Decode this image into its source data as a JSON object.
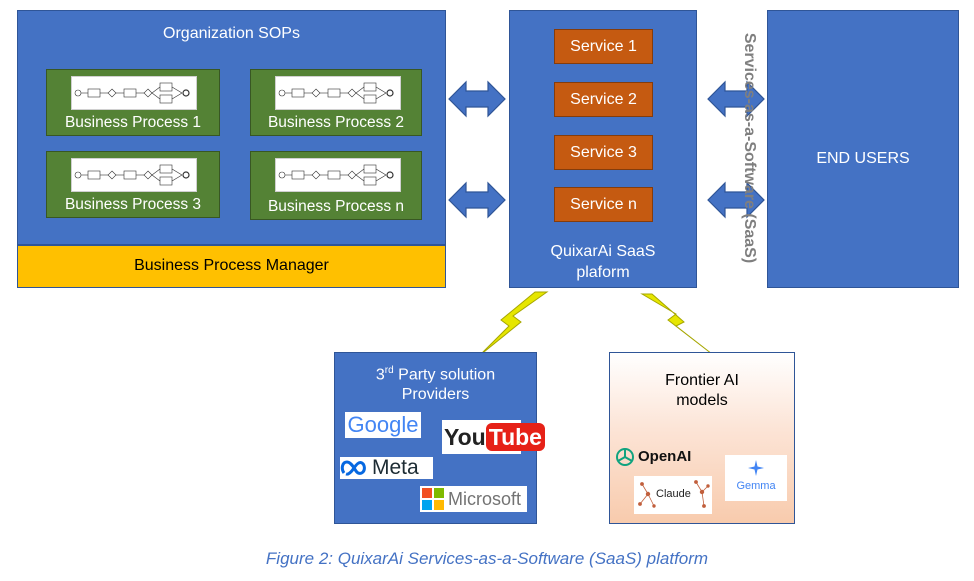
{
  "org": {
    "title": "Organization SOPs"
  },
  "processes": [
    {
      "label": "Business Process 1"
    },
    {
      "label": "Business Process 2"
    },
    {
      "label": "Business Process 3"
    },
    {
      "label": "Business Process n"
    }
  ],
  "bpm": {
    "label": "Business Process Manager"
  },
  "services": [
    "Service 1",
    "Service 2",
    "Service 3",
    "Service n"
  ],
  "platform": {
    "line1": "QuixarAi SaaS",
    "line2": "plaform"
  },
  "end_users": {
    "label": "END USERS"
  },
  "saas_vertical": {
    "label": "Services-as-a-Software (SaaS)"
  },
  "third_party": {
    "title_pre": "3",
    "title_sup": "rd",
    "title_post": " Party solution",
    "title_line2": "Providers",
    "logos": {
      "google": "Google",
      "youtube_you": "You",
      "youtube_tube": "Tube",
      "meta": "Meta",
      "microsoft": "Microsoft"
    }
  },
  "frontier": {
    "title_line1": "Frontier AI",
    "title_line2": "models",
    "logos": {
      "openai": "OpenAI",
      "claude": "Claude",
      "gemma": "Gemma"
    }
  },
  "caption": "Figure 2: QuixarAi Services-as-a-Software (SaaS) platform",
  "colors": {
    "blue": "#4472C4",
    "green": "#548235",
    "orange": "#C55A11",
    "gold": "#FFC000",
    "lightning": "#E6E600",
    "peach": "#F8CBAD"
  }
}
